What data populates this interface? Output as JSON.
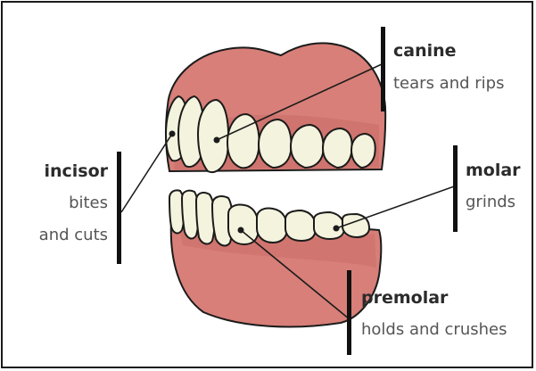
{
  "labels": {
    "canine": {
      "term": "canine",
      "desc": "tears and rips"
    },
    "incisor": {
      "term": "incisor",
      "desc_line1": "bites",
      "desc_line2": "and cuts"
    },
    "molar": {
      "term": "molar",
      "desc": "grinds"
    },
    "premolar": {
      "term": "premolar",
      "desc": "holds and crushes"
    }
  },
  "colors": {
    "gum": "#d77f78",
    "gum_inner": "#c4625d",
    "tooth": "#f4f3dd",
    "outline": "#1b1b1b"
  }
}
